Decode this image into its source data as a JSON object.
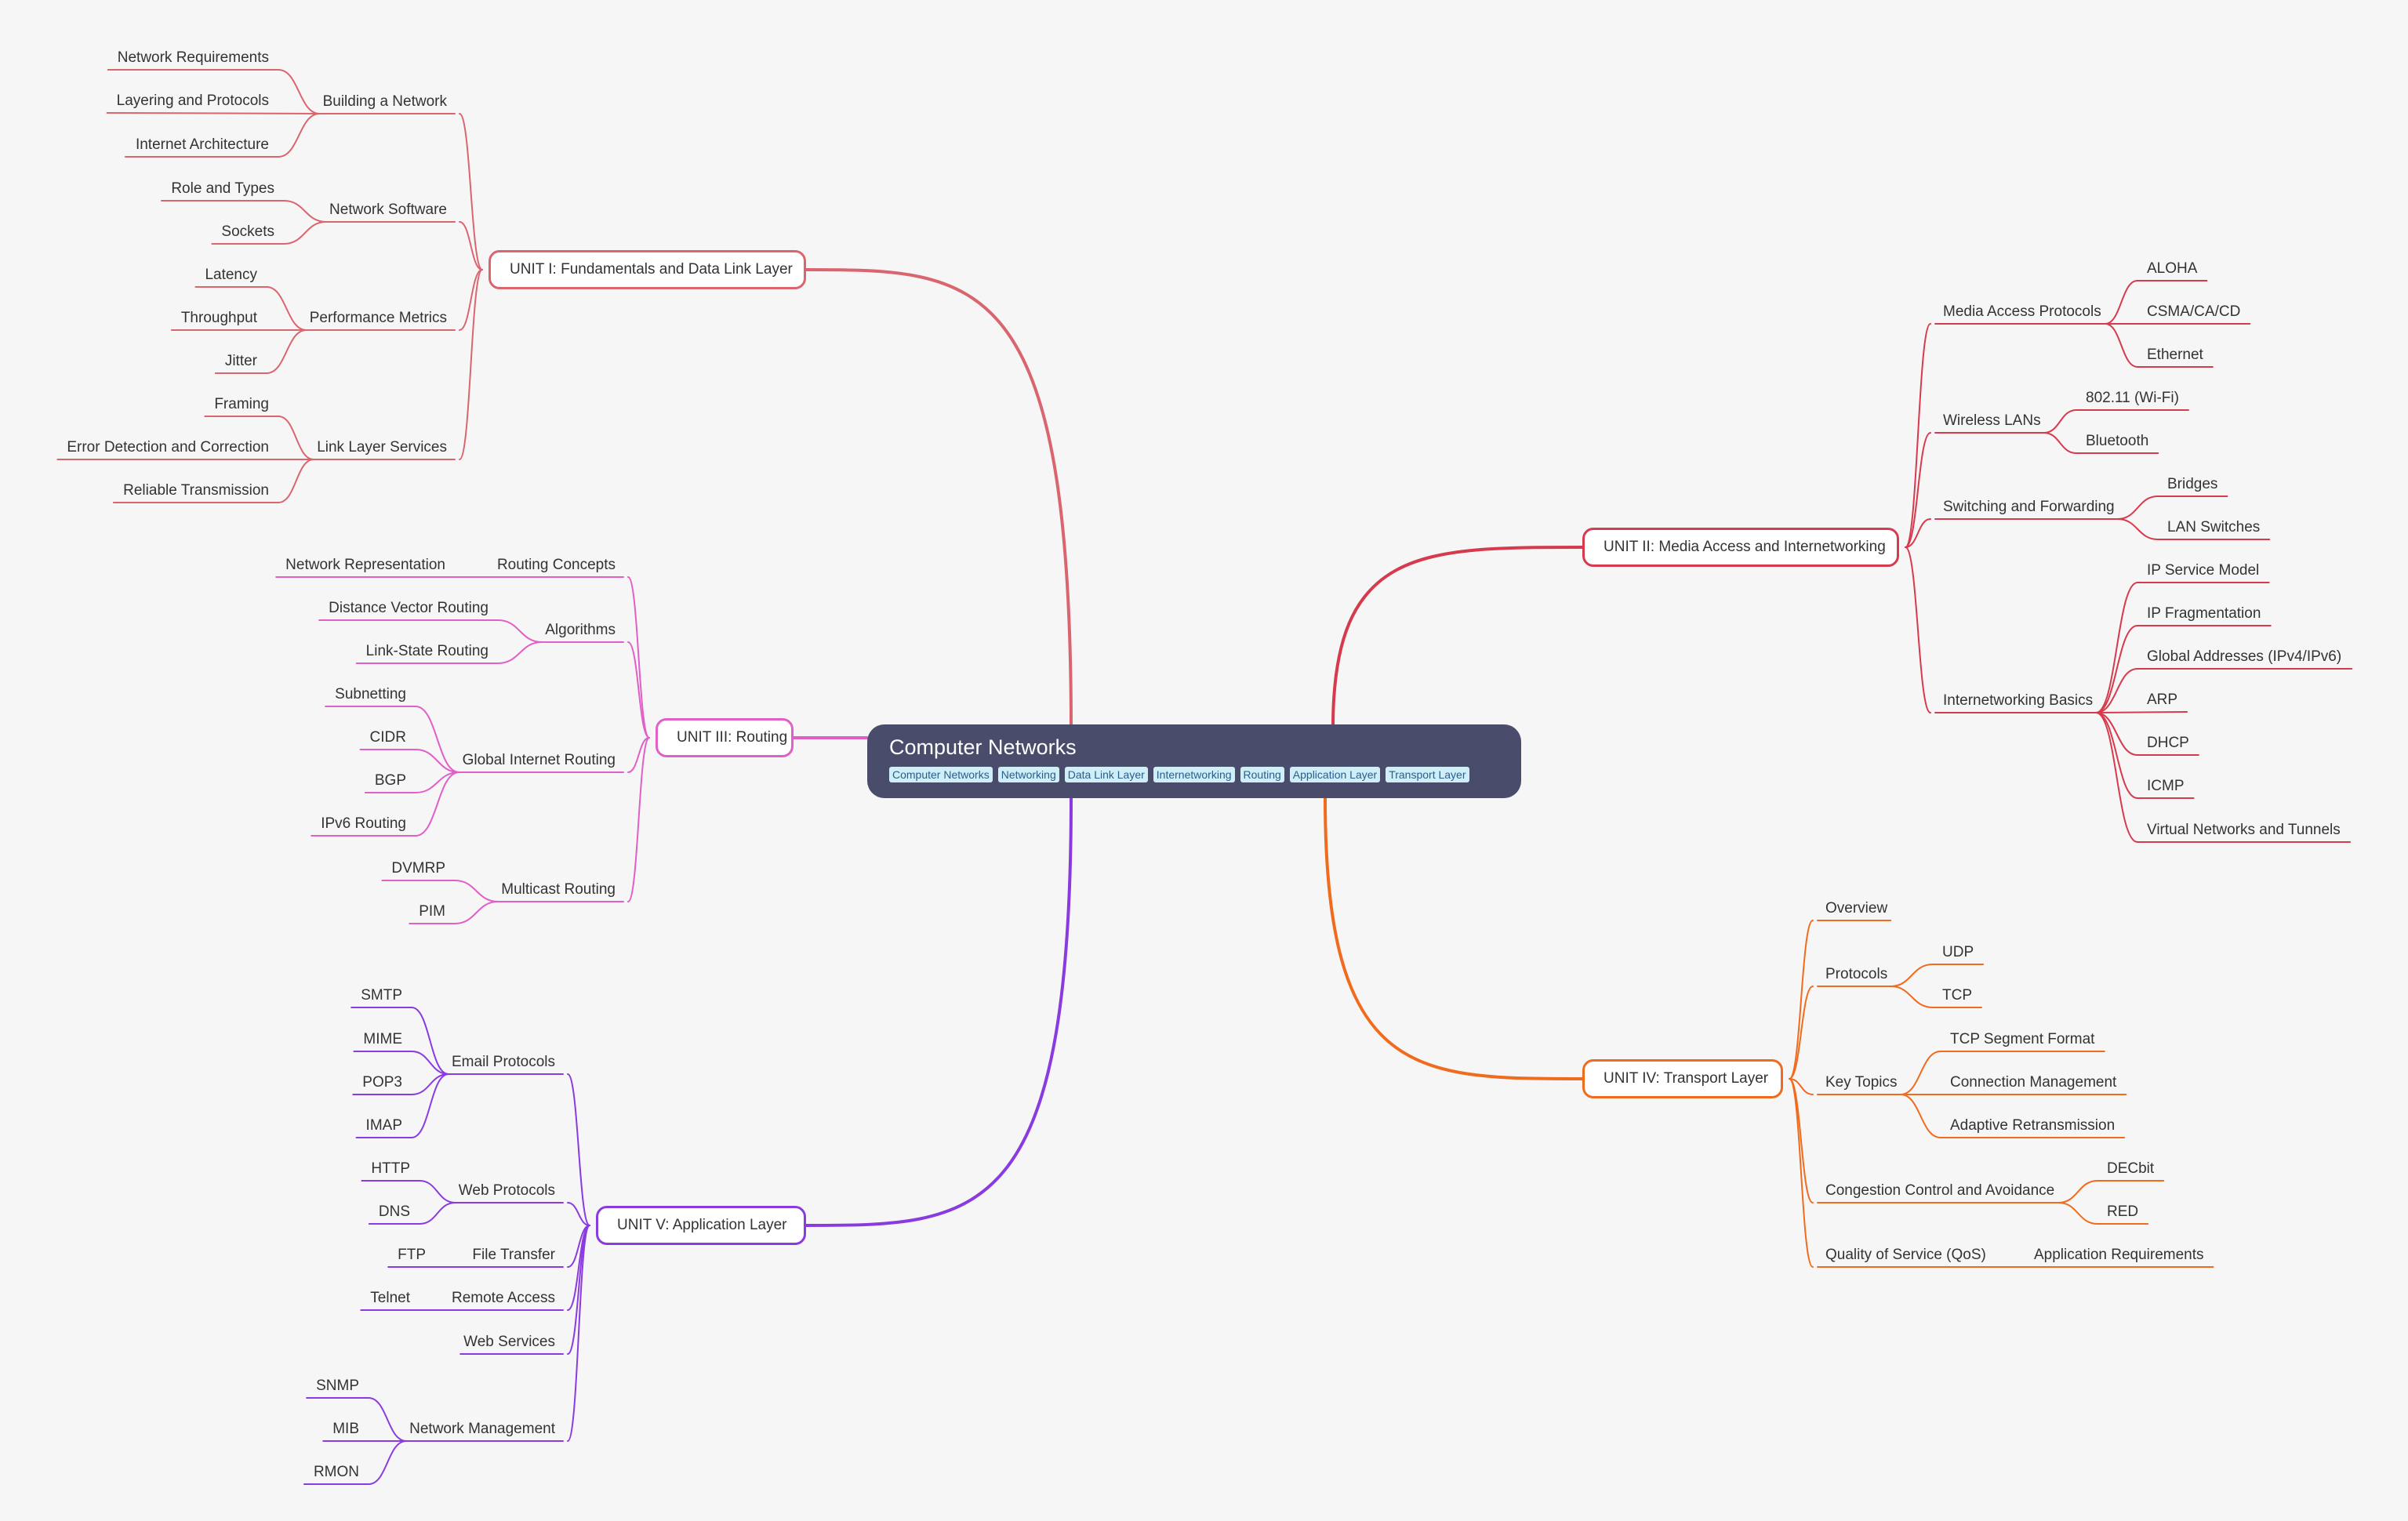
{
  "root": {
    "title": "Computer Networks",
    "tags": [
      "Computer Networks",
      "Networking",
      "Data Link Layer",
      "Internetworking",
      "Routing",
      "Application Layer",
      "Transport Layer"
    ]
  },
  "units": [
    {
      "key": "u1",
      "label": "UNIT I: Fundamentals and Data Link Layer",
      "color": "#d9666f",
      "topics": [
        {
          "label": "Building a Network",
          "items": [
            "Network Requirements",
            "Layering and Protocols",
            "Internet Architecture"
          ]
        },
        {
          "label": "Network Software",
          "items": [
            "Role and Types",
            "Sockets"
          ]
        },
        {
          "label": "Performance Metrics",
          "items": [
            "Latency",
            "Throughput",
            "Jitter"
          ]
        },
        {
          "label": "Link Layer Services",
          "items": [
            "Framing",
            "Error Detection and Correction",
            "Reliable Transmission"
          ]
        }
      ]
    },
    {
      "key": "u2",
      "label": "UNIT II: Media Access and Internetworking",
      "color": "#d63a4d",
      "topics": [
        {
          "label": "Media Access Protocols",
          "items": [
            "ALOHA",
            "CSMA/CA/CD",
            "Ethernet"
          ]
        },
        {
          "label": "Wireless LANs",
          "items": [
            "802.11 (Wi-Fi)",
            "Bluetooth"
          ]
        },
        {
          "label": "Switching and Forwarding",
          "items": [
            "Bridges",
            "LAN Switches"
          ]
        },
        {
          "label": "Internetworking Basics",
          "items": [
            "IP Service Model",
            "IP Fragmentation",
            "Global Addresses (IPv4/IPv6)",
            "ARP",
            "DHCP",
            "ICMP",
            "Virtual Networks and Tunnels"
          ]
        }
      ]
    },
    {
      "key": "u3",
      "label": "UNIT III: Routing",
      "color": "#e060c8",
      "topics": [
        {
          "label": "Routing Concepts",
          "items": [
            "Network Representation"
          ]
        },
        {
          "label": "Algorithms",
          "items": [
            "Distance Vector Routing",
            "Link-State Routing"
          ]
        },
        {
          "label": "Global Internet Routing",
          "items": [
            "Subnetting",
            "CIDR",
            "BGP",
            "IPv6 Routing"
          ]
        },
        {
          "label": "Multicast Routing",
          "items": [
            "DVMRP",
            "PIM"
          ]
        }
      ]
    },
    {
      "key": "u4",
      "label": "UNIT IV: Transport Layer",
      "color": "#f06b1e",
      "topics": [
        {
          "label": "Overview",
          "items": []
        },
        {
          "label": "Protocols",
          "items": [
            "UDP",
            "TCP"
          ]
        },
        {
          "label": "Key Topics",
          "items": [
            "TCP Segment Format",
            "Connection Management",
            "Adaptive Retransmission"
          ]
        },
        {
          "label": "Congestion Control and Avoidance",
          "items": [
            "DECbit",
            "RED"
          ]
        },
        {
          "label": "Quality of Service (QoS)",
          "items": [
            "Application Requirements"
          ]
        }
      ]
    },
    {
      "key": "u5",
      "label": "UNIT V: Application Layer",
      "color": "#8a3be0",
      "topics": [
        {
          "label": "Email Protocols",
          "items": [
            "SMTP",
            "MIME",
            "POP3",
            "IMAP"
          ]
        },
        {
          "label": "Web Protocols",
          "items": [
            "HTTP",
            "DNS"
          ]
        },
        {
          "label": "File Transfer",
          "items": [
            "FTP"
          ]
        },
        {
          "label": "Remote Access",
          "items": [
            "Telnet"
          ]
        },
        {
          "label": "Web Services",
          "items": []
        },
        {
          "label": "Network Management",
          "items": [
            "SNMP",
            "MIB",
            "RMON"
          ]
        }
      ]
    }
  ]
}
